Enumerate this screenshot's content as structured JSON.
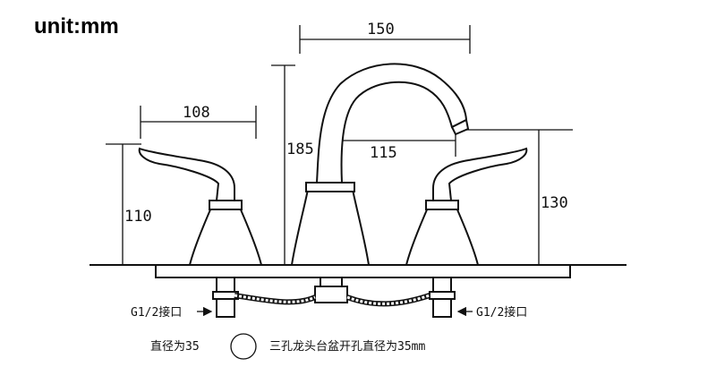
{
  "unit": "unit:mm",
  "dimensions": {
    "spout_spread": "150",
    "handle_width": "108",
    "spout_height": "185",
    "spout_reach": "115",
    "handle_height": "110",
    "side_height": "130"
  },
  "connections": {
    "left": "G1/2接口",
    "right": "G1/2接口"
  },
  "hole": {
    "diameter_label": "直径为35",
    "note": "三孔龙头台盆开孔直径为35mm"
  }
}
